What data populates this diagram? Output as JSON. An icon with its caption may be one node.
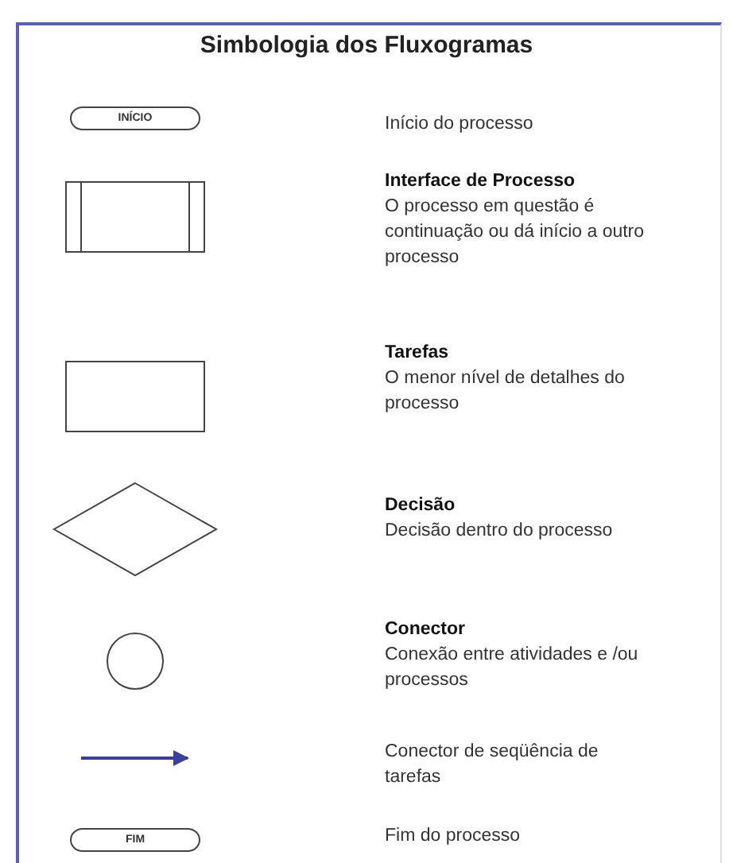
{
  "diagram": {
    "title": "Simbologia dos Fluxogramas",
    "nodes": [
      {
        "text": [
          "INÍCIO"
        ]
      },
      {
        "text": [],
        "shape": "box",
        "beside": [
          "Interface de Processo",
          "O processo em questão é continuação ou dá início a outro processo"
        ]
      },
      {
        "text": [],
        "shape": "box",
        "beside": [
          "Tarefas",
          "O menor nível de detalhes do processo"
        ]
      },
      {
        "text": [],
        "shape": "diamond",
        "beside": [
          "Decisão",
          "Decisão dentro do processo"
        ]
      },
      {
        "text": [],
        "shape": "circle",
        "beside": [
          "Conector",
          "Conexão entre atividades e /ou processos"
        ]
      },
      {
        "text": [
          "FIM"
        ]
      }
    ],
    "labels": [
      "Início do processo",
      "Conector de seqüência de tarefas",
      "Fim do processo"
    ]
  }
}
